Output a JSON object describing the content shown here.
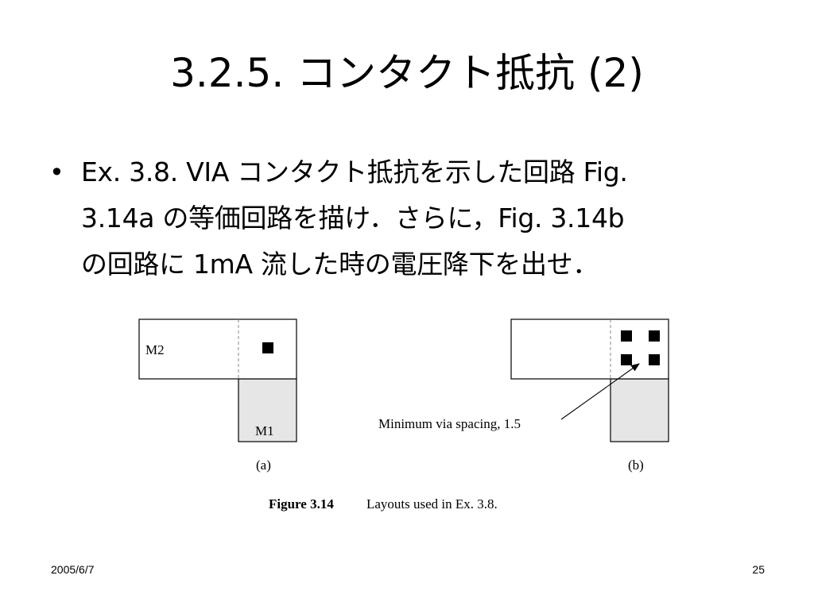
{
  "slide": {
    "title": "3.2.5. コンタクト抵抗 (2)",
    "bullet_marker": "•",
    "bullet_lines": [
      "Ex. 3.8. VIA コンタクト抵抗を示した回路 Fig.",
      "3.14a の等価回路を描け．さらに，Fig. 3.14b",
      "の回路に 1mA 流した時の電圧降下を出せ．"
    ]
  },
  "figure": {
    "label_m2": "M2",
    "label_m1": "M1",
    "label_a": "(a)",
    "label_b": "(b)",
    "annotation": "Minimum via spacing, 1.5",
    "caption_bold": "Figure 3.14",
    "caption_text": "Layouts used in Ex. 3.8."
  },
  "footer": {
    "date": "2005/6/7",
    "page": "25"
  }
}
